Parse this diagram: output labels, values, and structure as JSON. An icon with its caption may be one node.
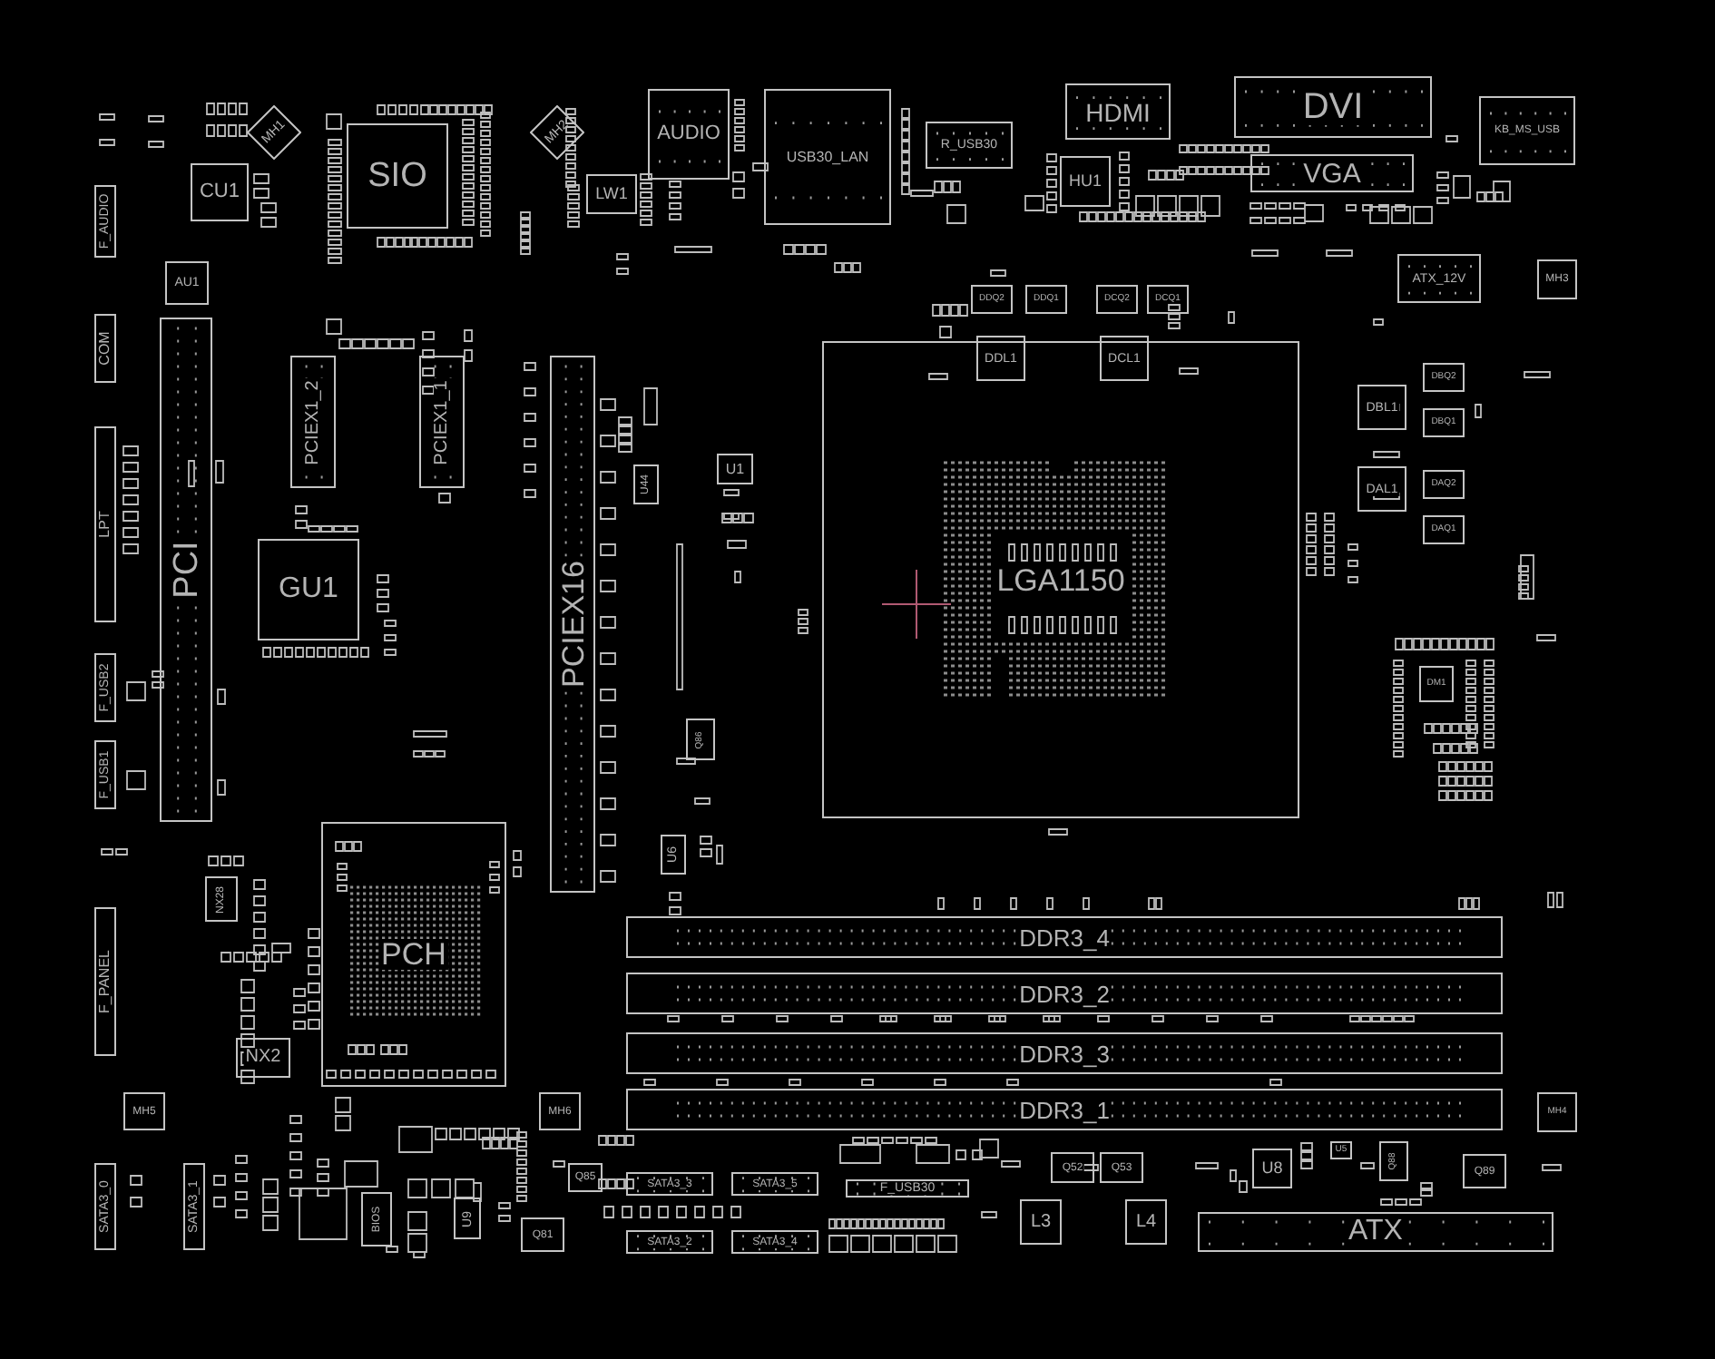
{
  "diagram": {
    "nodes": [
      {
        "text": [
          "MH1"
        ]
      },
      {
        "text": [
          "CU1"
        ]
      },
      {
        "text": [
          "SIO"
        ]
      },
      {
        "text": [
          "MH2"
        ]
      },
      {
        "text": [
          "LW1"
        ]
      },
      {
        "text": [
          "AUDIO"
        ]
      },
      {
        "text": [
          "USB30_LAN"
        ]
      },
      {
        "text": [
          "R_USB30"
        ]
      },
      {
        "text": [
          "HDMI"
        ]
      },
      {
        "text": [
          "HU1"
        ]
      },
      {
        "text": [
          "DVI"
        ]
      },
      {
        "text": [
          "VGA"
        ]
      },
      {
        "text": [
          "KB_MS_USB"
        ]
      },
      {
        "text": [
          "F_AUDIO"
        ]
      },
      {
        "text": [
          "AU1"
        ]
      },
      {
        "text": [
          "COM"
        ]
      },
      {
        "text": [
          "ATX_12V"
        ]
      },
      {
        "text": [
          "MH3"
        ]
      },
      {
        "text": [
          "DDQ2"
        ]
      },
      {
        "text": [
          "DDQ1"
        ]
      },
      {
        "text": [
          "DCQ2"
        ]
      },
      {
        "text": [
          "DCQ1"
        ]
      },
      {
        "text": [
          "DDL1"
        ]
      },
      {
        "text": [
          "DCL1"
        ]
      },
      {
        "text": [
          "LGA1150"
        ]
      },
      {
        "text": [
          "DBL1"
        ]
      },
      {
        "text": [
          "DBQ2"
        ]
      },
      {
        "text": [
          "DBQ1"
        ]
      },
      {
        "text": [
          "DAL1"
        ]
      },
      {
        "text": [
          "DAQ2"
        ]
      },
      {
        "text": [
          "DAQ1"
        ]
      },
      {
        "text": [
          "LPT"
        ]
      },
      {
        "text": [
          "PCI"
        ]
      },
      {
        "text": [
          "PCIEX1_2"
        ]
      },
      {
        "text": [
          "PCIEX1_1"
        ]
      },
      {
        "text": [
          "PCIEX16"
        ]
      },
      {
        "text": [
          "U44"
        ]
      },
      {
        "text": [
          "U1"
        ]
      },
      {
        "text": [
          "GU1"
        ]
      },
      {
        "text": [
          "DM1"
        ]
      },
      {
        "text": [
          "F_USB2"
        ]
      },
      {
        "text": [
          "Q86"
        ]
      },
      {
        "text": [
          "F_USB1"
        ]
      },
      {
        "text": [
          "U6"
        ]
      },
      {
        "text": [
          "PCH"
        ]
      },
      {
        "text": [
          "NX28"
        ]
      },
      {
        "text": [
          "F_PANEL"
        ]
      },
      {
        "text": [
          "NX2"
        ]
      },
      {
        "text": [
          "DDR3_4"
        ]
      },
      {
        "text": [
          "DDR3_2"
        ]
      },
      {
        "text": [
          "DDR3_3"
        ]
      },
      {
        "text": [
          "DDR3_1"
        ]
      },
      {
        "text": [
          "MH5"
        ]
      },
      {
        "text": [
          "MH6"
        ]
      },
      {
        "text": [
          "MH4"
        ]
      },
      {
        "text": [
          "SATA3_0"
        ]
      },
      {
        "text": [
          "SATA3_1"
        ]
      },
      {
        "text": [
          "BIOS"
        ]
      },
      {
        "text": [
          "U9"
        ]
      },
      {
        "text": [
          "Q85"
        ]
      },
      {
        "text": [
          "SATA3_3"
        ]
      },
      {
        "text": [
          "SATA3_5"
        ]
      },
      {
        "text": [
          "F_USB30"
        ]
      },
      {
        "text": [
          "Q52"
        ]
      },
      {
        "text": [
          "Q53"
        ]
      },
      {
        "text": [
          "L3"
        ]
      },
      {
        "text": [
          "L4"
        ]
      },
      {
        "text": [
          "U8"
        ]
      },
      {
        "text": [
          "U5"
        ]
      },
      {
        "text": [
          "Q88"
        ]
      },
      {
        "text": [
          "Q89"
        ]
      },
      {
        "text": [
          "Q81"
        ]
      },
      {
        "text": [
          "SATA3_2"
        ]
      },
      {
        "text": [
          "SATA3_4"
        ]
      },
      {
        "text": [
          "ATX"
        ]
      }
    ]
  }
}
